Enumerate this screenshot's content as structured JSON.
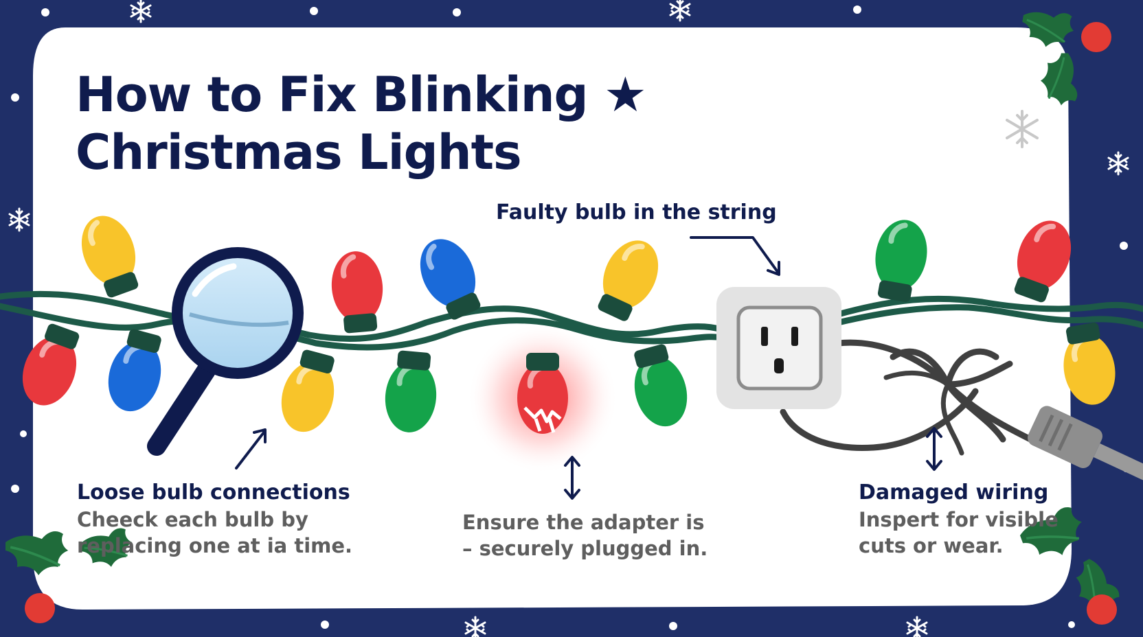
{
  "title": {
    "line1": "How to Fix Blinking",
    "line2": "Christmas Lights",
    "star": "★"
  },
  "callouts": {
    "faulty_bulb": "Faulty bulb in the string",
    "loose": {
      "title": "Loose bulb connections",
      "line1": "Cheeck each bulb by",
      "line2": "replacing one at ia time."
    },
    "adapter": {
      "line1": "Ensure the adapter is",
      "line2": "– securely plugged in."
    },
    "wiring": {
      "title": "Damaged wiring",
      "line1": "Inspert for visible",
      "line2": "cuts or wear."
    }
  },
  "colors": {
    "frame": "#1f2f68",
    "panel": "#ffffff",
    "text_dark": "#0f1b4d",
    "text_gray": "#5e5e5e",
    "wire": "#1d5a48",
    "bulb_red": "#e8383d",
    "bulb_yellow": "#f8c42a",
    "bulb_blue": "#1a6ad9",
    "bulb_green": "#14a34a",
    "holly_leaf": "#1f6b3a",
    "holly_berry": "#e23b34"
  },
  "icons": {
    "magnifier": "magnifying-glass-icon",
    "outlet": "power-outlet-icon",
    "plug": "power-plug-icon",
    "snowflake": "snowflake-icon",
    "holly": "holly-icon"
  }
}
